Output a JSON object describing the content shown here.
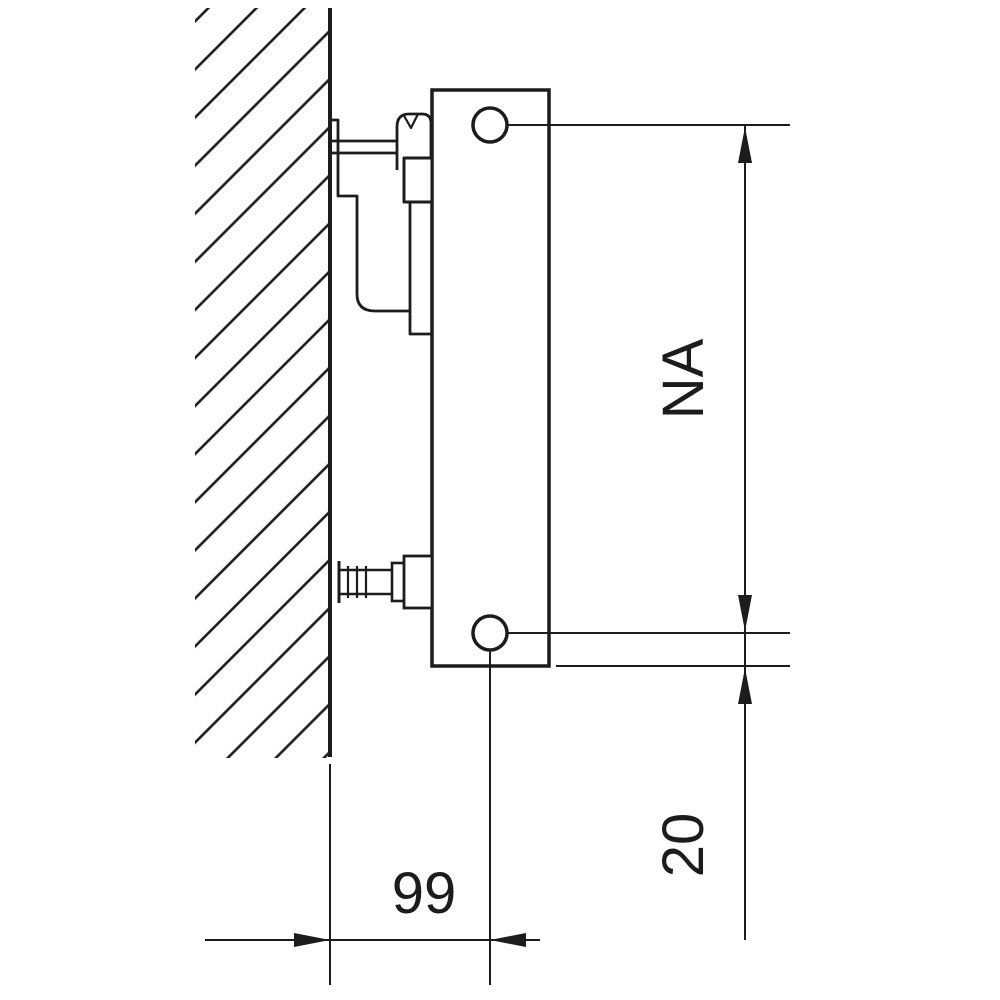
{
  "diagram": {
    "labels": {
      "hub_distance": "NA",
      "wall_distance": "99",
      "bottom_offset": "20"
    },
    "colors": {
      "line": "#1c1c1c",
      "background": "#ffffff"
    }
  }
}
